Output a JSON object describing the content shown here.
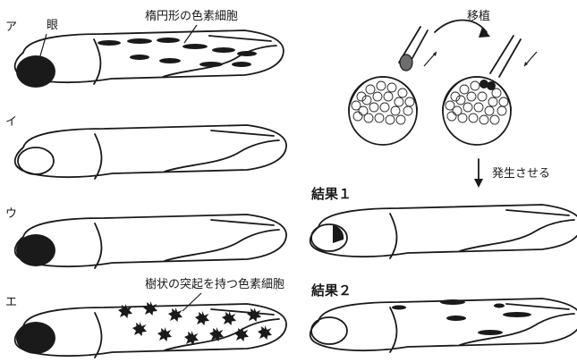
{
  "labels": {
    "a": "ア",
    "i": "イ",
    "u": "ウ",
    "e": "エ"
  },
  "annotations": {
    "eye": "眼",
    "oval_cells": "楕円形の色素細胞",
    "branched_cells": "樹状の突起を持つ色素細胞",
    "transplant": "移植",
    "develop": "発生させる",
    "result1": "結果１",
    "result2": "結果２"
  },
  "colors": {
    "ink": "#1a1a1a",
    "donor_fill": "#6e6e6e",
    "background": "#ffffff"
  }
}
